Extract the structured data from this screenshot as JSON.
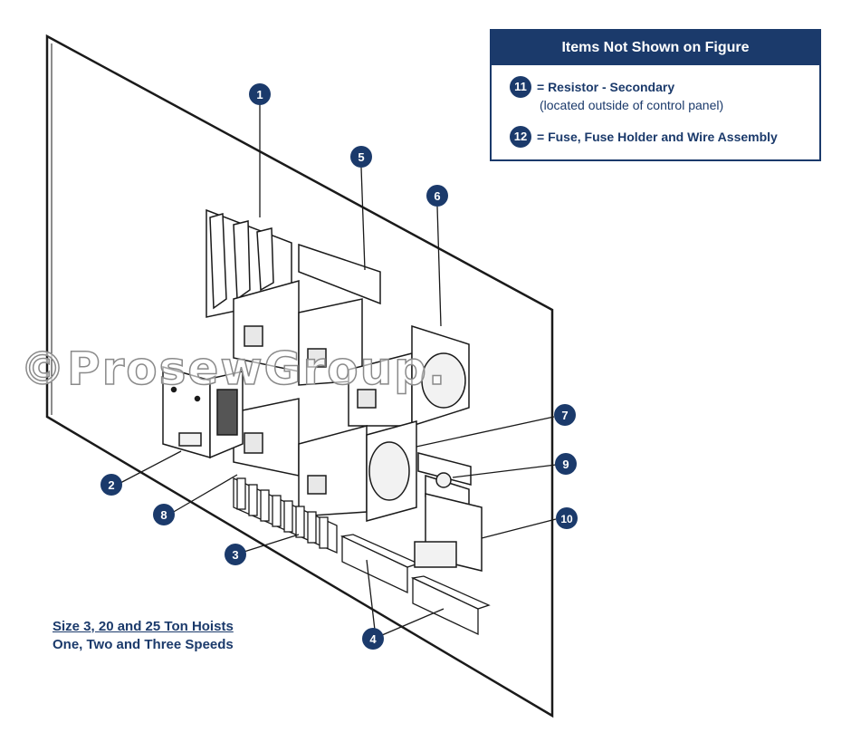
{
  "legend": {
    "title": "Items Not Shown on Figure",
    "items": [
      {
        "number": "11",
        "label": "= Resistor - Secondary",
        "note": "(located outside of control panel)"
      },
      {
        "number": "12",
        "label": "= Fuse, Fuse Holder and Wire Assembly",
        "note": ""
      }
    ]
  },
  "callouts": [
    "1",
    "2",
    "3",
    "4",
    "5",
    "6",
    "7",
    "8",
    "9",
    "10"
  ],
  "caption": {
    "line1": "Size 3, 20 and 25 Ton Hoists",
    "line2": "One, Two and Three Speeds"
  },
  "watermark": "©ProsewGroup.",
  "colors": {
    "navy": "#1b3a6b",
    "line": "#1a1a1a"
  }
}
